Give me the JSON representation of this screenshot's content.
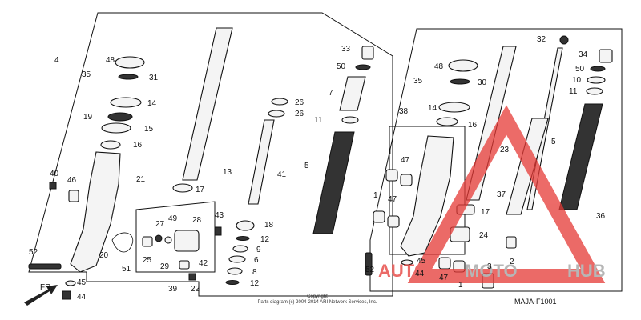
{
  "diagram": {
    "code": "MAJA-F1001",
    "copyright_line1": "Copyright",
    "copyright_line2": "Parts diagram (c) 2004-2014 ARI Network Services, Inc.",
    "direction_label": "FR.",
    "watermark": {
      "text_a": "AUTO",
      "text_b": "MOTO",
      "text_c": "HUB",
      "accent": "#e53935",
      "gray": "#9e9e9e"
    },
    "callouts_left": [
      "4",
      "48",
      "35",
      "31",
      "14",
      "19",
      "15",
      "16",
      "40",
      "46",
      "21",
      "13",
      "17",
      "41",
      "26",
      "26",
      "33",
      "50",
      "7",
      "11",
      "5",
      "43",
      "18",
      "12",
      "9",
      "6",
      "8",
      "12",
      "27",
      "49",
      "28",
      "25",
      "29",
      "42",
      "22",
      "39",
      "51",
      "20",
      "52",
      "45",
      "44"
    ],
    "callouts_right": [
      "32",
      "34",
      "50",
      "10",
      "11",
      "48",
      "35",
      "30",
      "14",
      "16",
      "38",
      "1",
      "47",
      "1",
      "47",
      "23",
      "5",
      "37",
      "17",
      "36",
      "24",
      "2",
      "3",
      "45",
      "44",
      "52",
      "47",
      "1"
    ]
  }
}
